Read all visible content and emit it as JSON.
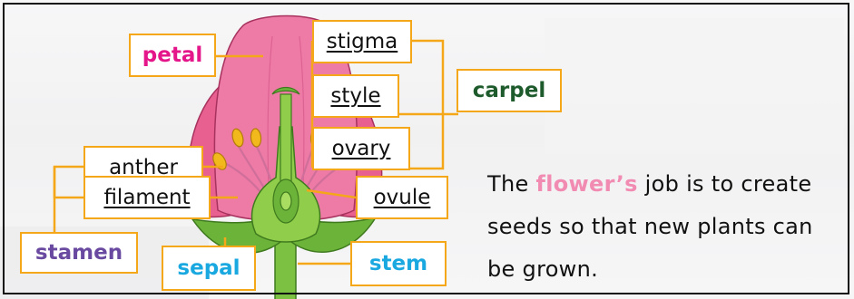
{
  "labels": {
    "petal": "petal",
    "stigma": "stigma",
    "style": "style",
    "carpel": "carpel",
    "anther": "anther",
    "ovary": "ovary",
    "filament": "filament",
    "ovule": "ovule",
    "stamen": "stamen",
    "sepal": "sepal",
    "stem": "stem"
  },
  "description": {
    "part1": "The ",
    "highlight": "flower’s",
    "part2": " job is to create seeds so that new plants can be grown."
  },
  "colors": {
    "label_border": "#f5a71a",
    "petal_text": "#e4168a",
    "carpel_text": "#1e5b2c",
    "stamen_text": "#6a4aa0",
    "sepal_stem_text": "#1aa8e0",
    "highlight_text": "#f28bb2",
    "petal_fill": "#ee7aa6",
    "stem_fill": "#7dc142"
  }
}
